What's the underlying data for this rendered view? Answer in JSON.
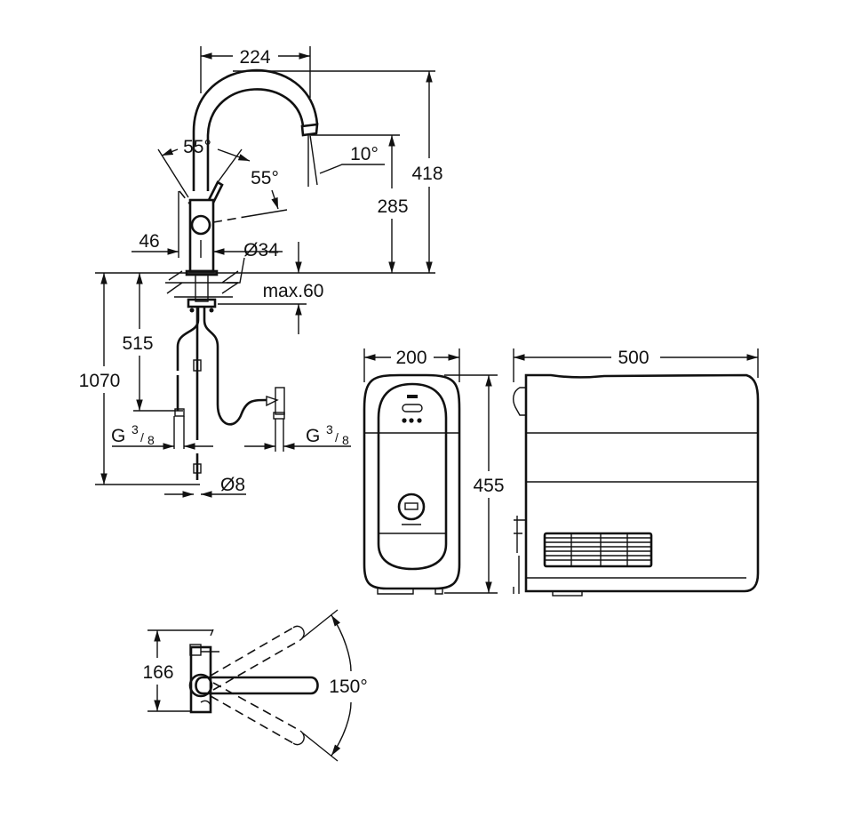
{
  "title": "Faucet and boiler dimension drawing",
  "dimensions": {
    "spout_reach": "224",
    "total_height": "418",
    "spout_height": "285",
    "lever_angle_top": "55°",
    "lever_angle_side": "55°",
    "spout_angle": "10°",
    "lever_offset": "46",
    "base_diameter": "Ø34",
    "max_counter_thickness": "max.60",
    "hose_length_515": "515",
    "hose_length_1070": "1070",
    "thread_left": {
      "letter": "G",
      "num": "3",
      "den": "8"
    },
    "thread_right": {
      "letter": "G",
      "num": "3",
      "den": "8"
    },
    "pipe_diameter": "Ø8",
    "boiler_width": "200",
    "boiler_height": "455",
    "boiler_depth": "500",
    "top_view_depth": "166",
    "swivel_angle": "150°"
  },
  "colors": {
    "line": "#111111",
    "background": "#ffffff"
  }
}
